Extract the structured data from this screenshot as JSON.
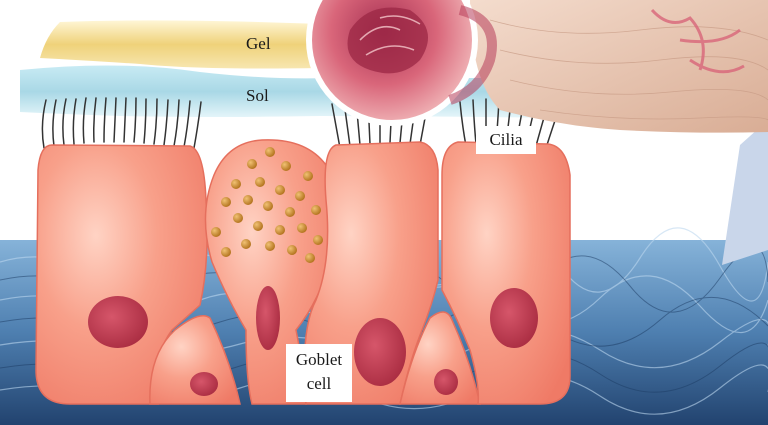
{
  "labels": {
    "gel": "Gel",
    "sol": "Sol",
    "cilia": "Cilia",
    "goblet_line1": "Goblet",
    "goblet_line2": "cell"
  },
  "colors": {
    "gel_layer": "#efd27a",
    "sol_layer": "#a9d8e6",
    "cell_fill": "#f4917c",
    "cell_edge": "#e56f5d",
    "nucleus": "#c2364a",
    "granule": "#c9821f",
    "cilia_stroke": "#333333",
    "background_tissue": "#4e7fb0",
    "tissue_pink": "#d9667a",
    "tissue_beige": "#e7c3b0",
    "accent_slate": "#c9d6ea"
  },
  "icons": {
    "goblet_cell": "goblet-cell-icon",
    "ciliated_cell": "ciliated-cell-icon",
    "airway_cross_section": "airway-cross-section-icon"
  }
}
